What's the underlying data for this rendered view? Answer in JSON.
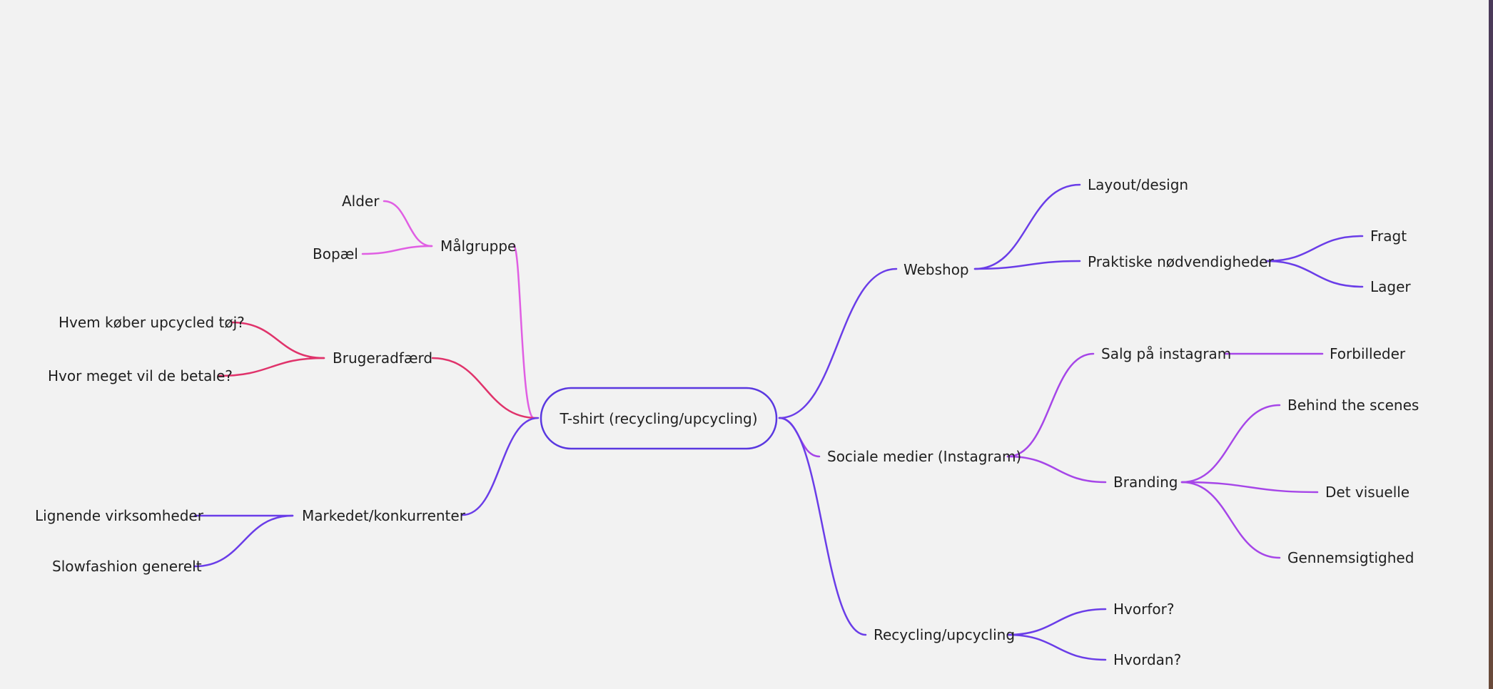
{
  "mindmap": {
    "central": "T-shirt (recycling/upcycling)",
    "colors": {
      "violet": "#6a3de8",
      "pink": "#e05ee3",
      "crimson": "#e0336b",
      "purple": "#a646e8",
      "border": "#5a38e0"
    },
    "nodes": {
      "malgruppe": "Målgruppe",
      "alder": "Alder",
      "bopael": "Bopæl",
      "brugeradfaerd": "Brugeradfærd",
      "hvem_kober": "Hvem køber upcycled tøj?",
      "hvor_meget": "Hvor meget vil de betale?",
      "markedet": "Markedet/konkurrenter",
      "lignende": "Lignende virksomheder",
      "slowfashion": "Slowfashion generelt",
      "webshop": "Webshop",
      "layout": "Layout/design",
      "praktiske": "Praktiske nødvendigheder",
      "fragt": "Fragt",
      "lager": "Lager",
      "sociale": "Sociale medier (Instagram)",
      "salg": "Salg på instagram",
      "forbilleder": "Forbilleder",
      "branding": "Branding",
      "behind": "Behind the scenes",
      "visuelle": "Det visuelle",
      "gennemsigtighed": "Gennemsigtighed",
      "recycling": "Recycling/upcycling",
      "hvorfor": "Hvorfor?",
      "hvordan": "Hvordan?"
    }
  }
}
